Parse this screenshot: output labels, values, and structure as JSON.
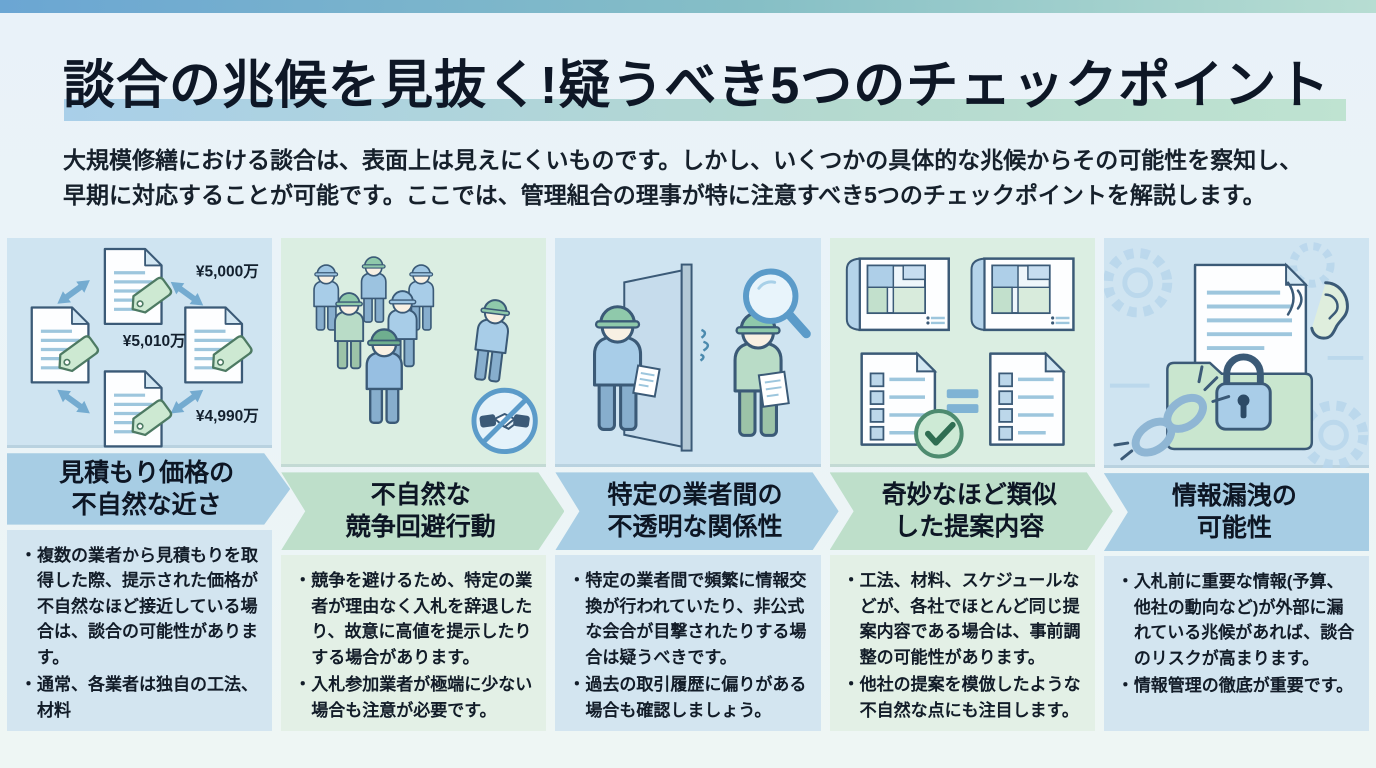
{
  "header": {
    "title": "談合の兆候を見抜く!疑うべき5つのチェックポイント",
    "intro_lines": [
      "大規模修繕における談合は、表面上は見えにくいものです。しかし、いくつかの具体的な兆候からその可能性を察知し、",
      "早期に対応することが可能です。ここでは、管理組合の理事が特に注意すべき5つのチェックポイントを解説します。"
    ]
  },
  "ui": {
    "bullet_char": "・"
  },
  "colors": {
    "topbar_start": "#6ba6d3",
    "topbar_end": "#b7ddd2",
    "underline_start": "#a9cfe9",
    "underline_end": "#bfe3d1",
    "banner_blue": "#a7cde4",
    "banner_green": "#bedfca",
    "panel_blue": "#cfe4f1",
    "panel_green": "#dbeee2",
    "bullets_blue": "#d3e5f0",
    "bullets_green": "#e3f0e6",
    "ink": "#0e1726",
    "outline": "#3b5a77"
  },
  "cards": [
    {
      "theme": "blue",
      "heading_lines": [
        "見積もり価格の",
        "不自然な近さ"
      ],
      "illustration": "price-quote-documents",
      "icons": [
        "estimate-document-icon",
        "price-tag-icon",
        "exchange-arrows-icon"
      ],
      "price_labels": {
        "top": "¥5,000万",
        "middle": "¥5,010万",
        "bottom": "¥4,990万"
      },
      "bullets": [
        "複数の業者から見積もりを取得した際、提示された価格が不自然なほど接近している場合は、談合の可能性があります。",
        "通常、各業者は独自の工法、材料"
      ]
    },
    {
      "theme": "green",
      "heading_lines": [
        "不自然な",
        "競争回避行動"
      ],
      "illustration": "workers-avoiding-competition",
      "icons": [
        "worker-group-icon",
        "walking-away-worker-icon",
        "no-handshake-icon"
      ],
      "bullets": [
        "競争を避けるため、特定の業者が理由なく入札を辞退したり、故意に高値を提示したりする場合があります。",
        "入札参加業者が極端に少ない場合も注意が必要です。"
      ]
    },
    {
      "theme": "blue",
      "heading_lines": [
        "特定の業者間の",
        "不透明な関係性"
      ],
      "illustration": "secret-meeting-behind-wall",
      "icons": [
        "whispering-workers-icon",
        "partition-wall-icon",
        "magnifier-icon"
      ],
      "bullets": [
        "特定の業者間で頻繁に情報交換が行われていたり、非公式な会合が目撃されたりする場合は疑うべきです。",
        "過去の取引履歴に偏りがある場合も確認しましょう。"
      ]
    },
    {
      "theme": "green",
      "heading_lines": [
        "奇妙なほど類似",
        "した提案内容"
      ],
      "illustration": "identical-proposals",
      "icons": [
        "blueprint-icon",
        "checklist-icon",
        "equals-icon",
        "check-circle-icon"
      ],
      "bullets": [
        "工法、材料、スケジュールなどが、各社でほとんど同じ提案内容である場合は、事前調整の可能性があります。",
        "他社の提案を模倣したような不自然な点にも注目します。"
      ]
    },
    {
      "theme": "blue",
      "heading_lines": [
        "情報漏洩の",
        "可能性"
      ],
      "illustration": "information-leak",
      "icons": [
        "document-icon",
        "locked-folder-icon",
        "padlock-icon",
        "ear-icon",
        "broken-chain-icon",
        "gear-icon"
      ],
      "bullets": [
        "入札前に重要な情報(予算、他社の動向など)が外部に漏れている兆候があれば、談合のリスクが高まります。",
        "情報管理の徹底が重要です。"
      ]
    }
  ]
}
